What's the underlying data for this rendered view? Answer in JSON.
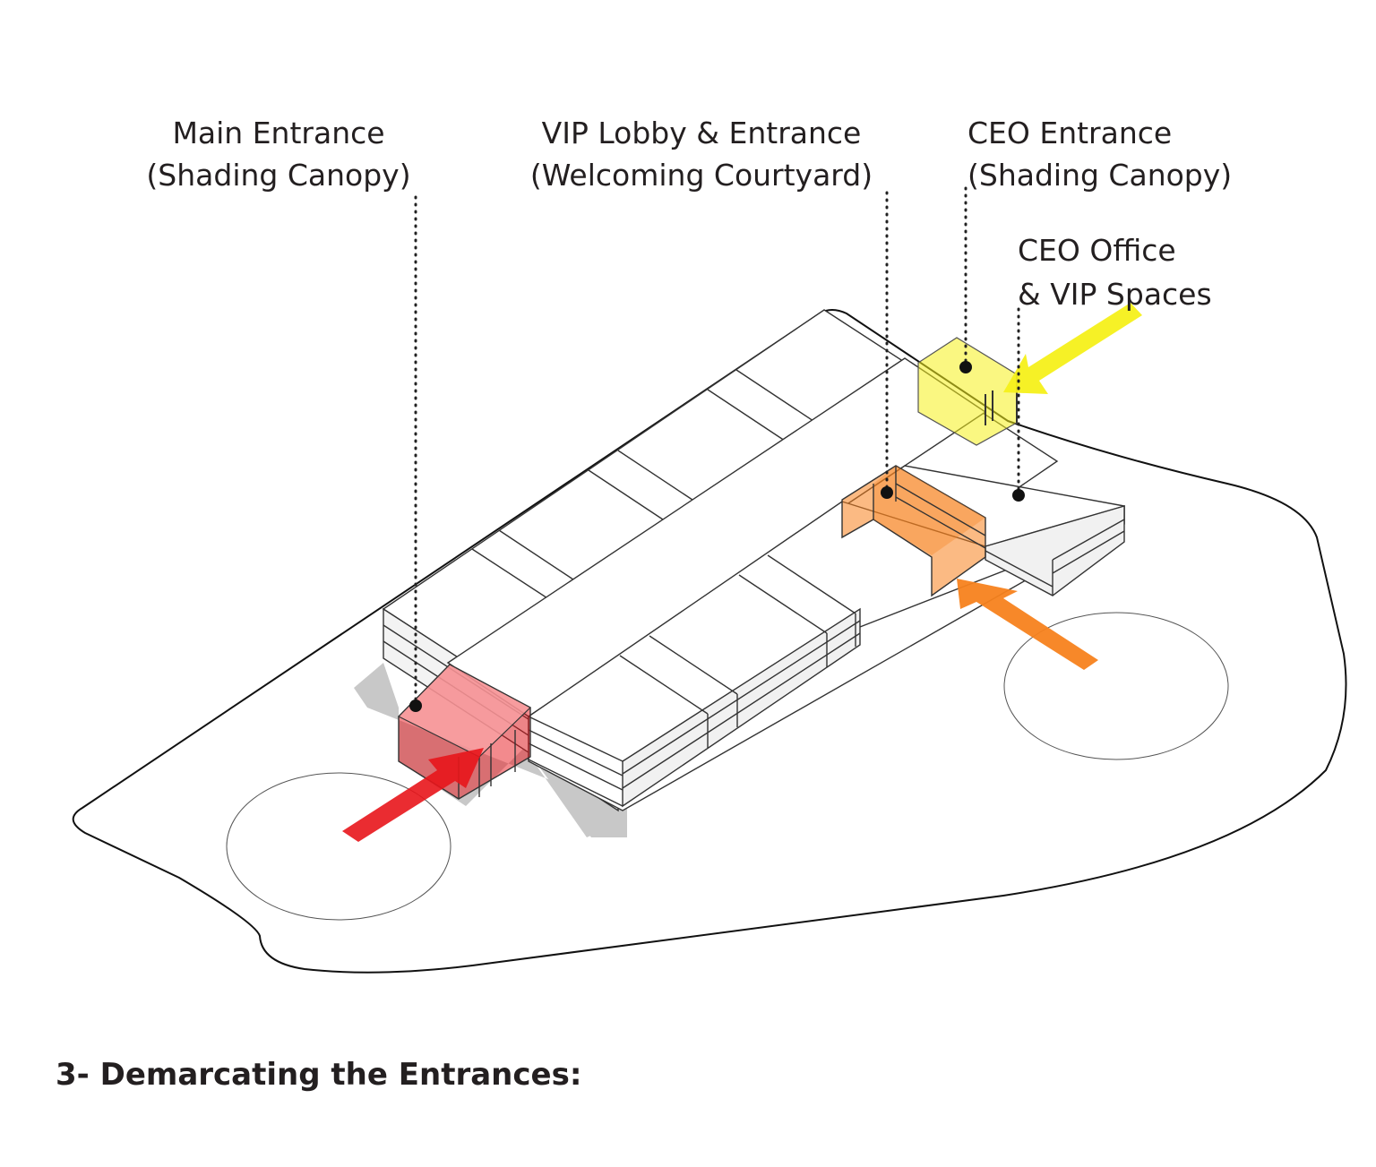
{
  "labels": {
    "main_entrance": {
      "line1": "Main Entrance",
      "line2": "(Shading Canopy)"
    },
    "vip_lobby": {
      "line1": "VIP Lobby & Entrance",
      "line2": "(Welcoming Courtyard)"
    },
    "ceo_entrance": {
      "line1": "CEO  Entrance",
      "line2": "(Shading Canopy)"
    },
    "ceo_office": {
      "line1": "CEO  Office",
      "line2": "& VIP Spaces"
    }
  },
  "caption": "3- Demarcating  the Entrances:",
  "colors": {
    "main_entrance": "#e8151b",
    "vip_lobby": "#f7821e",
    "ceo_entrance": "#f5f01a",
    "shadow": "#c8c8c8",
    "outline": "#222222"
  }
}
